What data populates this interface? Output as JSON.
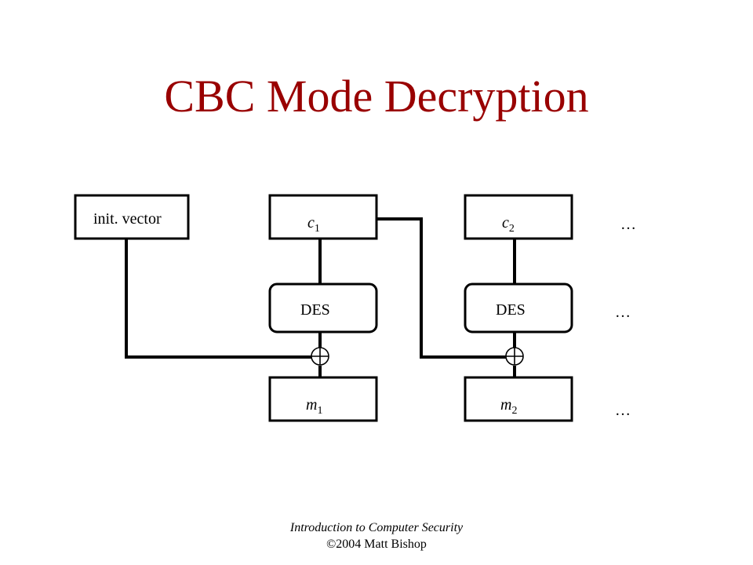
{
  "slide": {
    "title": "CBC Mode Decryption",
    "footer": {
      "course": "Introduction to Computer Security",
      "copyright": "©2004 Matt Bishop"
    }
  },
  "diagram": {
    "iv_label": "init. vector",
    "ciphertext": [
      {
        "var": "c",
        "sub": "1"
      },
      {
        "var": "c",
        "sub": "2"
      }
    ],
    "cipher_label": "DES",
    "plaintext": [
      {
        "var": "m",
        "sub": "1"
      },
      {
        "var": "m",
        "sub": "2"
      }
    ],
    "ellipsis": "…"
  }
}
